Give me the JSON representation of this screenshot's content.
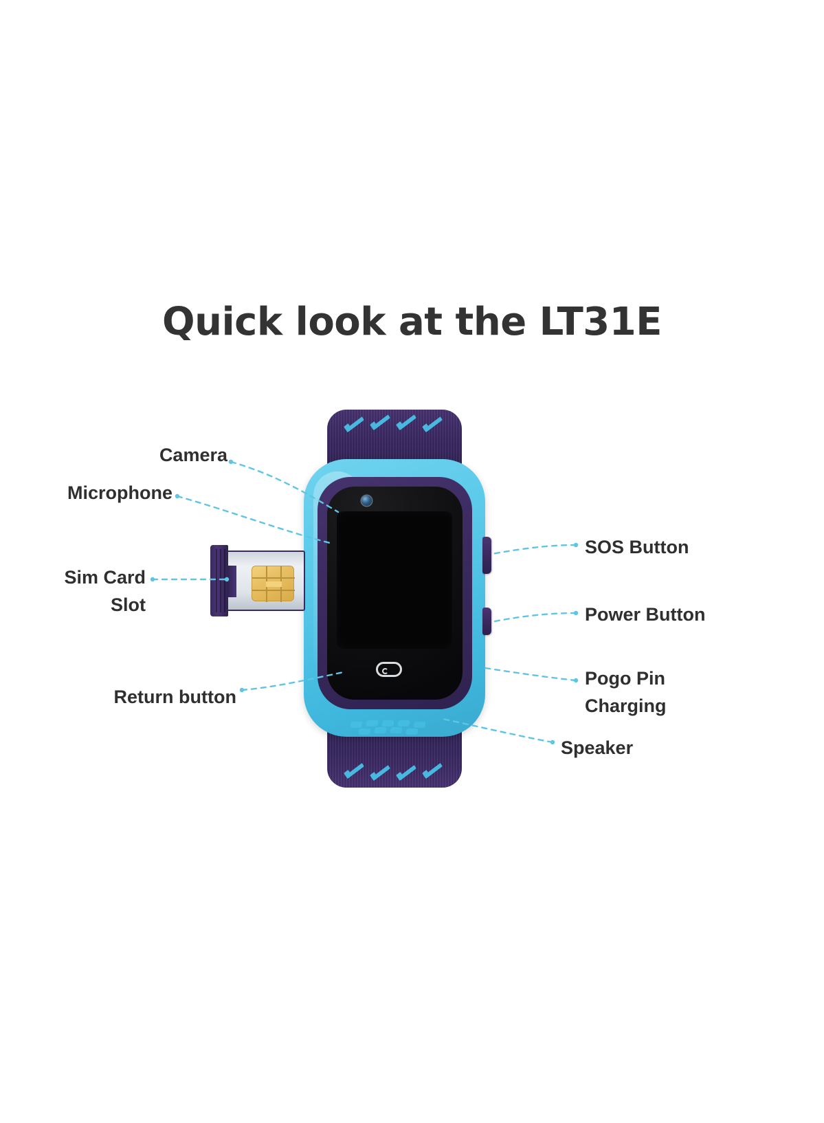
{
  "page": {
    "title": "Quick look at the LT31E",
    "background_color": "#ffffff",
    "title_color": "#333333"
  },
  "colors": {
    "leader_line": "#5fc5e4",
    "case_blue": "#58c8e9",
    "bezel_purple": "#3a2a5e",
    "strap_purple": "#3b2a63",
    "screen_black": "#0b0b0d",
    "sim_gold": "#e7bf62",
    "label_text": "#2f2f2f"
  },
  "callouts": {
    "left": [
      {
        "id": "camera",
        "label": "Camera",
        "side": "left"
      },
      {
        "id": "microphone",
        "label": "Microphone",
        "side": "left"
      },
      {
        "id": "sim_card",
        "label": "Sim Card\nSlot",
        "side": "left"
      },
      {
        "id": "return",
        "label": "Return button",
        "side": "left"
      }
    ],
    "right": [
      {
        "id": "sos",
        "label": "SOS Button",
        "side": "right"
      },
      {
        "id": "power",
        "label": "Power Button",
        "side": "right"
      },
      {
        "id": "pogo",
        "label": "Pogo Pin\nCharging",
        "side": "right"
      },
      {
        "id": "speaker",
        "label": "Speaker",
        "side": "right"
      }
    ]
  },
  "product": {
    "name": "LT31E",
    "type": "kids smart watch",
    "parts": [
      "camera-lens",
      "microphone",
      "sim-card-slot",
      "return-button",
      "sos-button",
      "power-button",
      "pogo-pin-charging",
      "speaker"
    ]
  }
}
